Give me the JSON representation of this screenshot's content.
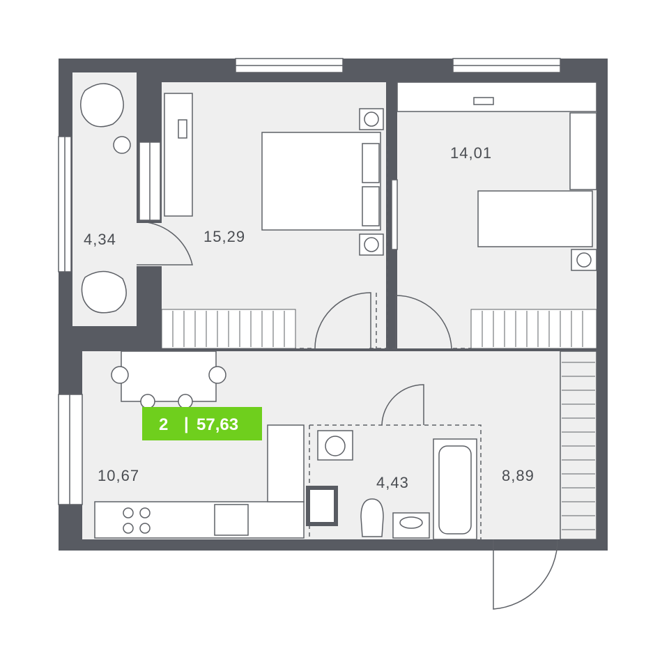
{
  "apartment": {
    "rooms": "2",
    "separator": "|",
    "total_area": "57,63",
    "badge_color": "#6fcf1d"
  },
  "rooms": {
    "balcony": "4,34",
    "bedroom_main": "15,29",
    "bedroom_second": "14,01",
    "kitchen_living": "10,67",
    "bathroom": "4,43",
    "hallway": "8,89"
  },
  "colors": {
    "wall": "#585b62",
    "floor": "#efefef",
    "line": "#5d6066",
    "window": "#ffffff"
  }
}
